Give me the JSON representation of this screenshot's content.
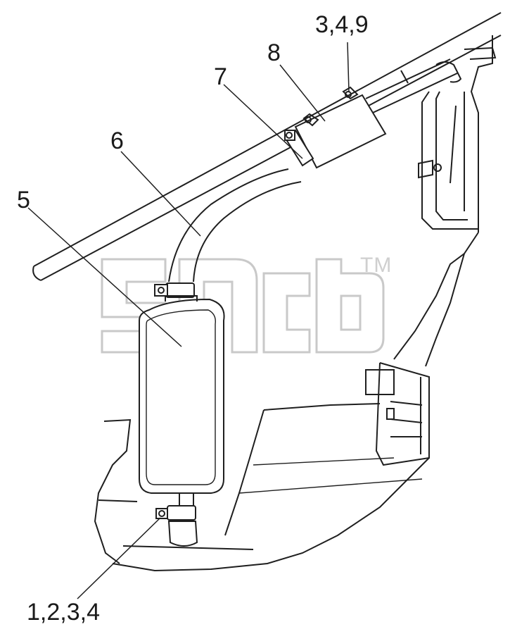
{
  "diagram": {
    "callouts": {
      "c1": "3,4,9",
      "c2": "8",
      "c3": "7",
      "c4": "6",
      "c5": "5",
      "c6": "1,2,3,4"
    },
    "watermark": {
      "trademark": "TM"
    }
  }
}
